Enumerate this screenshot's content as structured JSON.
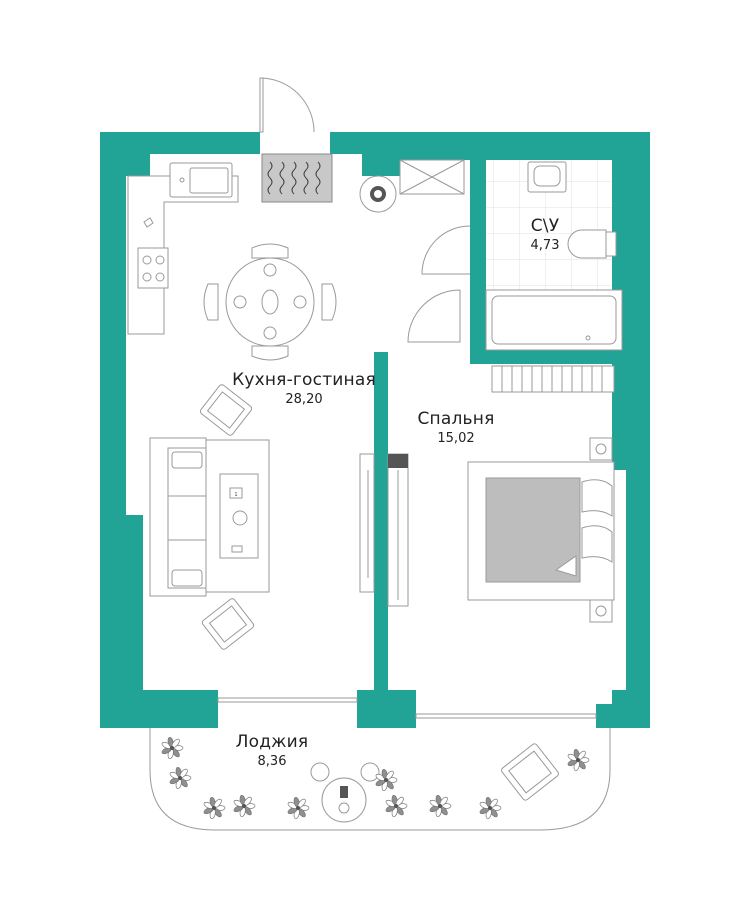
{
  "colors": {
    "wall": "#21a395",
    "background": "#ffffff",
    "line": "#9a9a9a",
    "bed": "#bdbdbd",
    "plant": "#8f8f8f"
  },
  "rooms": {
    "kitchen_living": {
      "name": "Кухня-гостиная",
      "area": "28,20"
    },
    "bedroom": {
      "name": "Спальня",
      "area": "15,02"
    },
    "bathroom": {
      "name": "С\\У",
      "area": "4,73"
    },
    "loggia": {
      "name": "Лоджия",
      "area": "8,36"
    }
  },
  "furniture": {
    "coffee_table_book_mark": "1"
  }
}
